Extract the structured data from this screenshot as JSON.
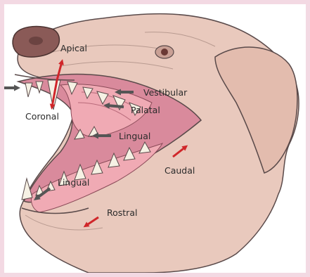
{
  "diagram": {
    "labels": {
      "apical": "Apical",
      "coronal": "Coronal",
      "vestibular": "Vestibular",
      "palatal": "Palatal",
      "lingual_upper": "Lingual",
      "lingual_lower": "Lingual",
      "caudal": "Caudal",
      "rostral": "Rostral"
    },
    "colors": {
      "background": "#f3d9e3",
      "skin": "#e9c9bd",
      "mouth": "#d98a9c",
      "gum": "#f0aab4",
      "nose": "#8a5a57",
      "tooth": "#f6f1e4",
      "outline": "#5a4a4a",
      "arrow_red": "#d0262a",
      "arrow_grey": "#555555"
    }
  }
}
